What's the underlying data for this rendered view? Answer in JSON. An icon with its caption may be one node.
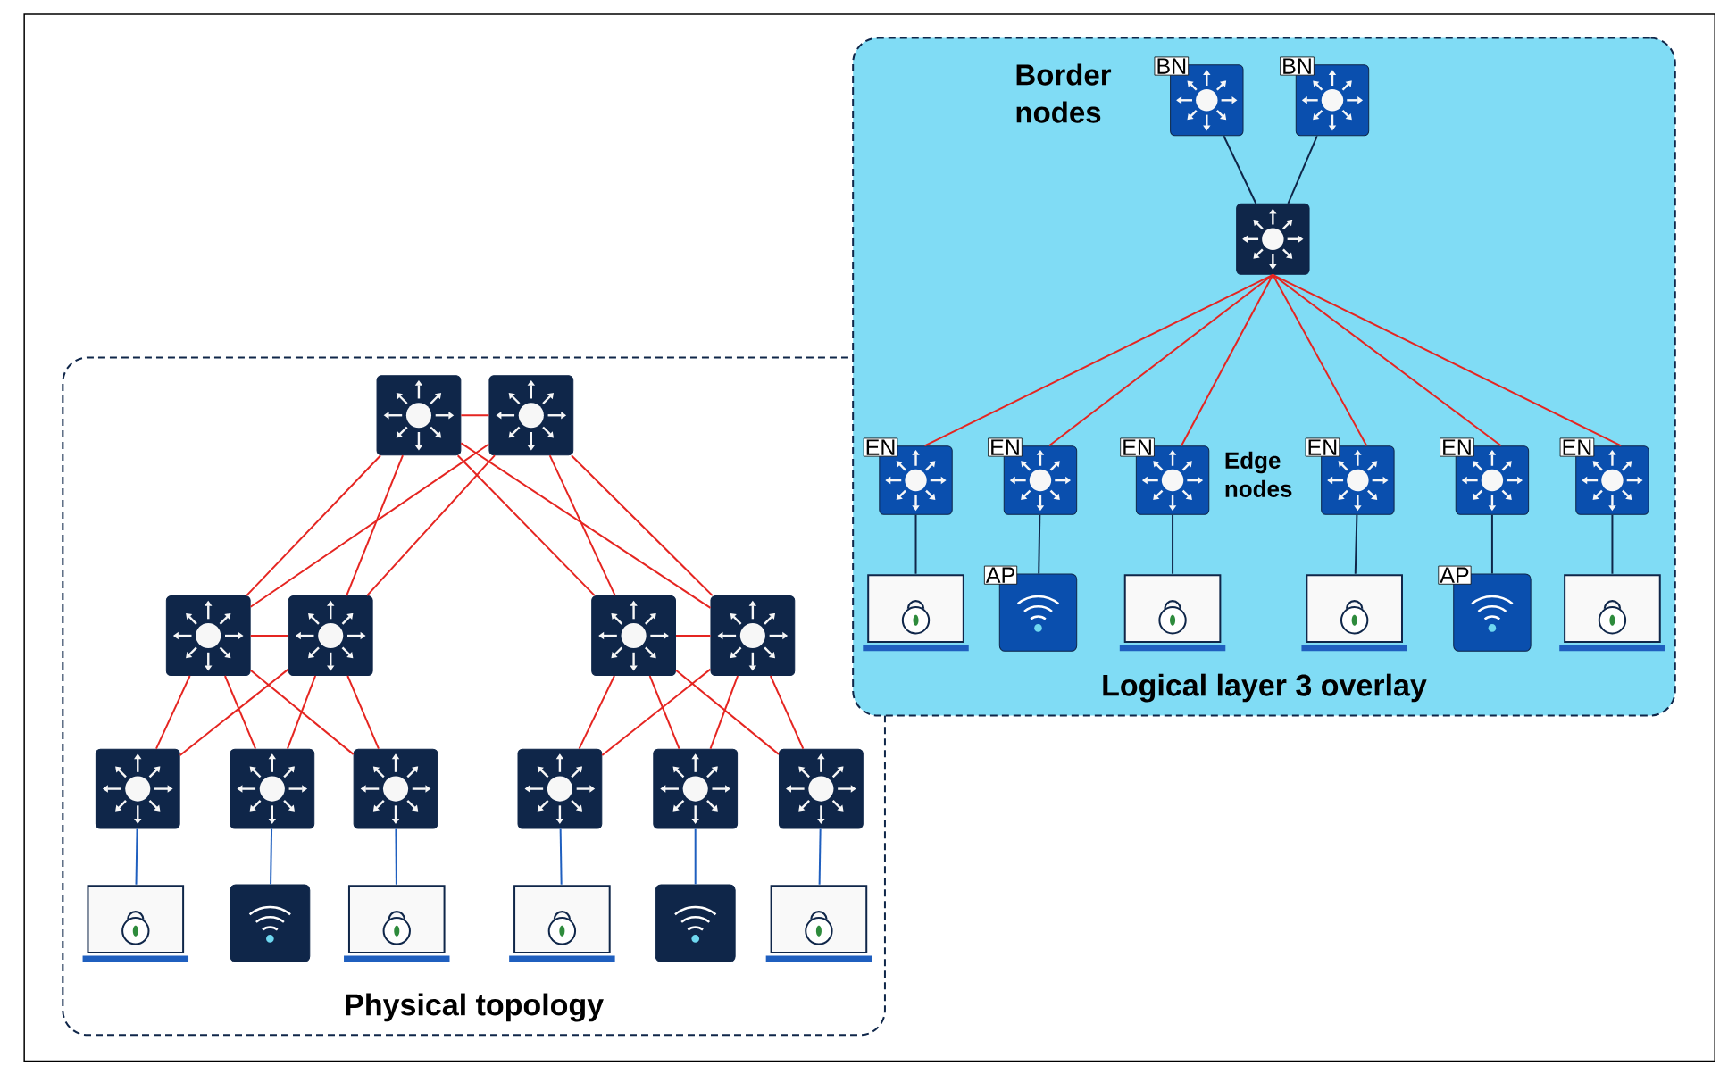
{
  "diagram": {
    "nodes": [
      {
        "text": [
          "Physical topology"
        ]
      },
      {
        "text": [],
        "shape": "switch",
        "in": 0
      },
      {
        "text": [],
        "shape": "switch",
        "in": 0
      },
      {
        "text": [],
        "shape": "switch",
        "in": 0
      },
      {
        "text": [],
        "shape": "switch",
        "in": 0
      },
      {
        "text": [],
        "shape": "switch",
        "in": 0
      },
      {
        "text": [],
        "shape": "switch",
        "in": 0
      },
      {
        "text": [],
        "shape": "switch",
        "in": 0
      },
      {
        "text": [],
        "shape": "switch",
        "in": 0
      },
      {
        "text": [],
        "shape": "switch",
        "in": 0
      },
      {
        "text": [],
        "shape": "switch",
        "in": 0
      },
      {
        "text": [],
        "shape": "switch",
        "in": 0
      },
      {
        "text": [],
        "shape": "switch",
        "in": 0
      },
      {
        "text": [],
        "shape": "laptop",
        "in": 0
      },
      {
        "text": [],
        "shape": "wifi",
        "in": 0
      },
      {
        "text": [],
        "shape": "laptop",
        "in": 0
      },
      {
        "text": [],
        "shape": "laptop",
        "in": 0
      },
      {
        "text": [],
        "shape": "wifi",
        "in": 0
      },
      {
        "text": [],
        "shape": "laptop",
        "in": 0
      },
      {
        "text": [
          "Logical layer 3 overlay"
        ]
      },
      {
        "text": [],
        "shape": "switch",
        "in": 19,
        "beside": [
          "BN"
        ]
      },
      {
        "text": [],
        "shape": "switch",
        "in": 19,
        "beside": [
          "BN"
        ]
      },
      {
        "text": [],
        "shape": "switch",
        "in": 19
      },
      {
        "text": [],
        "shape": "switch",
        "in": 19,
        "beside": [
          "EN"
        ]
      },
      {
        "text": [],
        "shape": "switch",
        "in": 19,
        "beside": [
          "EN"
        ]
      },
      {
        "text": [],
        "shape": "switch",
        "in": 19,
        "beside": [
          "EN"
        ]
      },
      {
        "text": [],
        "shape": "switch",
        "in": 19,
        "beside": [
          "EN"
        ]
      },
      {
        "text": [],
        "shape": "switch",
        "in": 19,
        "beside": [
          "EN"
        ]
      },
      {
        "text": [],
        "shape": "switch",
        "in": 19,
        "beside": [
          "EN"
        ]
      },
      {
        "text": [],
        "shape": "laptop",
        "in": 19
      },
      {
        "text": [],
        "shape": "wifi",
        "in": 19,
        "beside": [
          "AP"
        ]
      },
      {
        "text": [],
        "shape": "laptop",
        "in": 19
      },
      {
        "text": [],
        "shape": "laptop",
        "in": 19
      },
      {
        "text": [],
        "shape": "wifi",
        "in": 19,
        "beside": [
          "AP"
        ]
      },
      {
        "text": [],
        "shape": "laptop",
        "in": 19
      }
    ],
    "edges": [
      {
        "from": 1,
        "to": 2,
        "arrow": "none"
      },
      {
        "from": 1,
        "to": 3,
        "arrow": "none"
      },
      {
        "from": 1,
        "to": 4,
        "arrow": "none"
      },
      {
        "from": 1,
        "to": 5,
        "arrow": "none"
      },
      {
        "from": 1,
        "to": 6,
        "arrow": "none"
      },
      {
        "from": 2,
        "to": 3,
        "arrow": "none"
      },
      {
        "from": 2,
        "to": 4,
        "arrow": "none"
      },
      {
        "from": 2,
        "to": 5,
        "arrow": "none"
      },
      {
        "from": 2,
        "to": 6,
        "arrow": "none"
      },
      {
        "from": 3,
        "to": 4,
        "arrow": "none"
      },
      {
        "from": 5,
        "to": 6,
        "arrow": "none"
      },
      {
        "from": 3,
        "to": 7,
        "arrow": "none"
      },
      {
        "from": 3,
        "to": 8,
        "arrow": "none"
      },
      {
        "from": 3,
        "to": 9,
        "arrow": "none"
      },
      {
        "from": 4,
        "to": 7,
        "arrow": "none"
      },
      {
        "from": 4,
        "to": 8,
        "arrow": "none"
      },
      {
        "from": 4,
        "to": 9,
        "arrow": "none"
      },
      {
        "from": 5,
        "to": 10,
        "arrow": "none"
      },
      {
        "from": 5,
        "to": 11,
        "arrow": "none"
      },
      {
        "from": 5,
        "to": 12,
        "arrow": "none"
      },
      {
        "from": 6,
        "to": 10,
        "arrow": "none"
      },
      {
        "from": 6,
        "to": 11,
        "arrow": "none"
      },
      {
        "from": 6,
        "to": 12,
        "arrow": "none"
      },
      {
        "from": 7,
        "to": 13,
        "arrow": "none",
        "color": "#1f5fbf"
      },
      {
        "from": 8,
        "to": 14,
        "arrow": "none",
        "color": "#1f5fbf"
      },
      {
        "from": 9,
        "to": 15,
        "arrow": "none",
        "color": "#1f5fbf"
      },
      {
        "from": 10,
        "to": 16,
        "arrow": "none",
        "color": "#1f5fbf"
      },
      {
        "from": 11,
        "to": 17,
        "arrow": "none",
        "color": "#1f5fbf"
      },
      {
        "from": 12,
        "to": 18,
        "arrow": "none",
        "color": "#1f5fbf"
      },
      {
        "from": 20,
        "to": 22,
        "arrow": "none",
        "color": "#0f2649"
      },
      {
        "from": 21,
        "to": 22,
        "arrow": "none",
        "color": "#0f2649"
      },
      {
        "from": 22,
        "to": 23,
        "arrow": "none"
      },
      {
        "from": 22,
        "to": 24,
        "arrow": "none"
      },
      {
        "from": 22,
        "to": 25,
        "arrow": "none"
      },
      {
        "from": 22,
        "to": 26,
        "arrow": "none"
      },
      {
        "from": 22,
        "to": 27,
        "arrow": "none"
      },
      {
        "from": 22,
        "to": 28,
        "arrow": "none"
      },
      {
        "from": 23,
        "to": 29,
        "arrow": "none",
        "color": "#0f2649"
      },
      {
        "from": 24,
        "to": 30,
        "arrow": "none",
        "color": "#0f2649"
      },
      {
        "from": 25,
        "to": 31,
        "arrow": "none",
        "color": "#0f2649"
      },
      {
        "from": 26,
        "to": 32,
        "arrow": "none",
        "color": "#0f2649"
      },
      {
        "from": 27,
        "to": 33,
        "arrow": "none",
        "color": "#0f2649"
      },
      {
        "from": 28,
        "to": 34,
        "arrow": "none",
        "color": "#0f2649"
      }
    ],
    "labels": [
      "Border nodes",
      "Edge nodes"
    ]
  }
}
